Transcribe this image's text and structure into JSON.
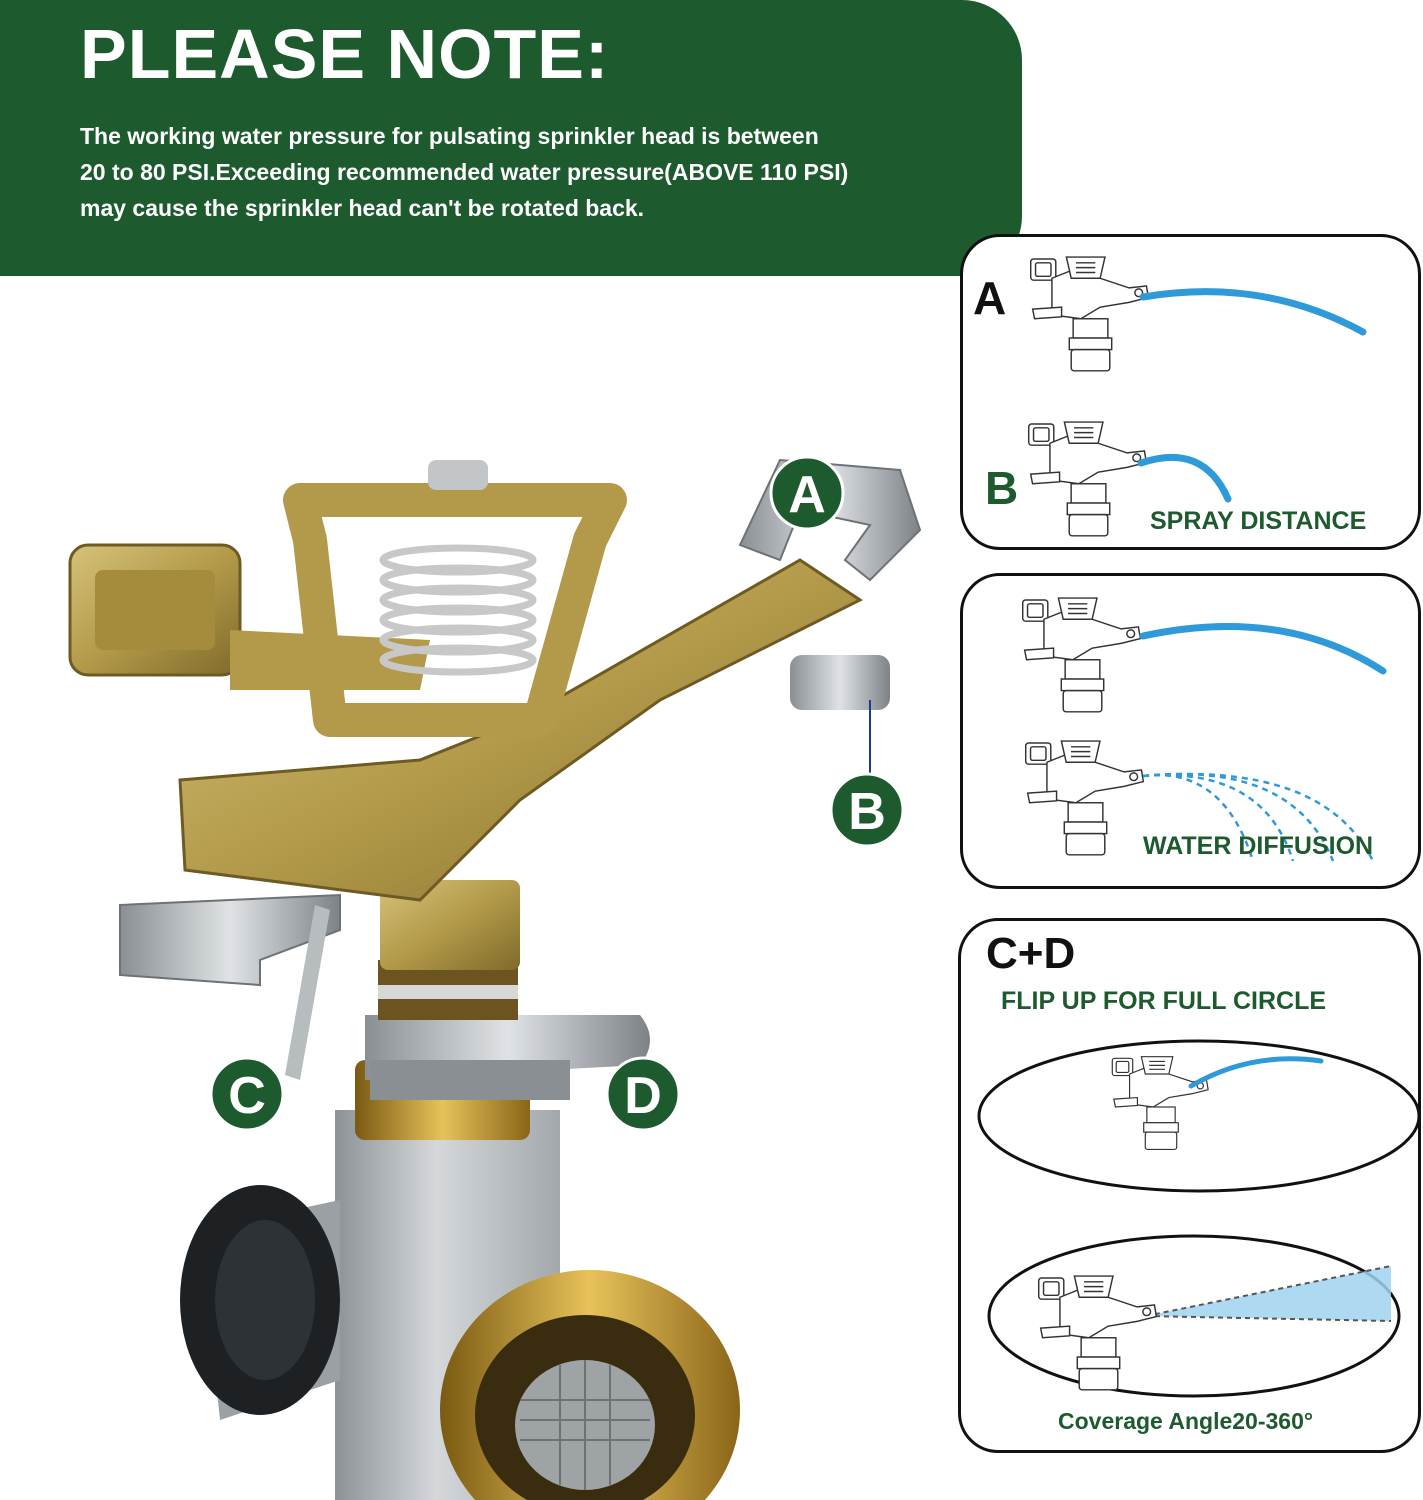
{
  "note": {
    "title": "PLEASE NOTE:",
    "lines": [
      "The working water pressure for pulsating sprinkler head is between",
      "20 to 80 PSI.Exceeding recommended water pressure(ABOVE 110 PSI)",
      "may cause the sprinkler head can't be rotated back."
    ]
  },
  "callouts": {
    "a": "A",
    "b": "B",
    "c": "C",
    "d": "D"
  },
  "panel_ab": {
    "label_a": "A",
    "label_b": "B",
    "caption": "SPRAY DISTANCE"
  },
  "panel_diffusion": {
    "caption": "WATER DIFFUSION"
  },
  "panel_cd": {
    "label": "C+D",
    "subtitle": "FLIP UP FOR FULL CIRCLE",
    "caption": "Coverage Angle20-360°"
  },
  "colors": {
    "brand_green": "#1d5a2e",
    "water_blue": "#2f9ad9",
    "brass": "#b39a4a",
    "coverage_fill": "#9fd4ee"
  }
}
